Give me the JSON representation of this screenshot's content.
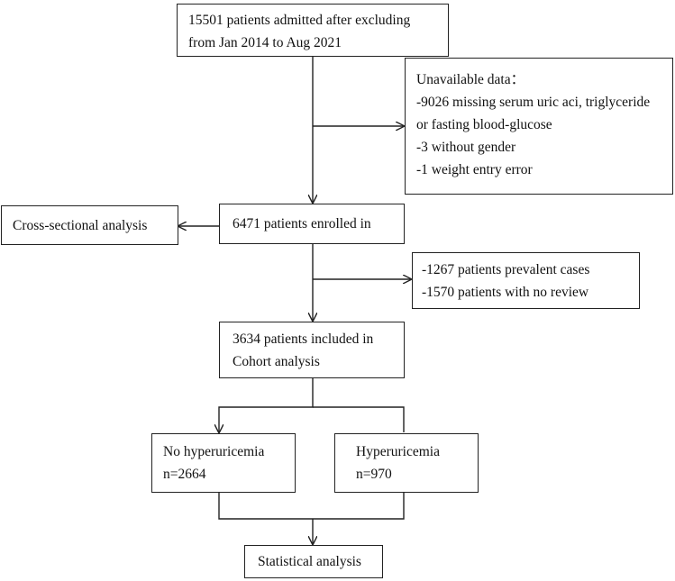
{
  "flowchart": {
    "admitted": {
      "line1": "15501 patients admitted after excluding",
      "line2": "from Jan 2014 to Aug 2021"
    },
    "unavailable": {
      "title": "Unavailable data：",
      "items": [
        "-9026 missing serum uric aci, triglyceride",
        "or fasting blood-glucose",
        "-3 without gender",
        "-1 weight entry error"
      ]
    },
    "cross_sectional": {
      "label": "Cross-sectional analysis"
    },
    "enrolled": {
      "label": "6471 patients enrolled in"
    },
    "excluded": {
      "items": [
        "-1267 patients prevalent cases",
        "-1570 patients with no review"
      ]
    },
    "cohort": {
      "line1": "3634 patients included in",
      "line2": "Cohort analysis"
    },
    "no_hyperuricemia": {
      "label": "No hyperuricemia",
      "n": "n=2664"
    },
    "hyperuricemia": {
      "label": "Hyperuricemia",
      "n": "n=970"
    },
    "statistical": {
      "label": "Statistical analysis"
    }
  }
}
